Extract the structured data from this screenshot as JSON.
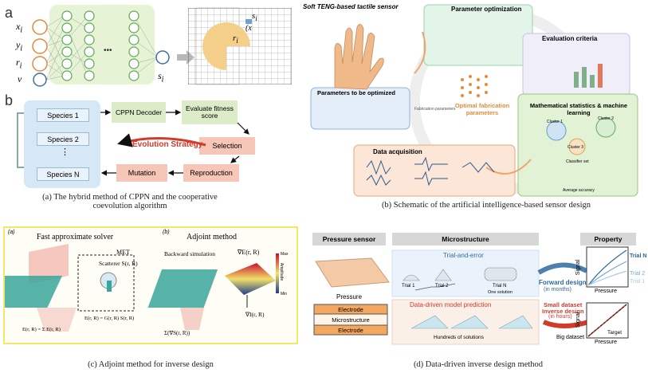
{
  "panel_a": {
    "letter": "a",
    "inputs": [
      "x",
      "y",
      "r",
      "v"
    ],
    "input_subscripts": [
      "i",
      "i",
      "i",
      ""
    ],
    "output": "s",
    "output_sub": "i",
    "ellipsis": "•••",
    "grid_s": "s",
    "grid_s_sub": "i",
    "grid_coord": "(x",
    "grid_r": "r",
    "grid_r_sub": "i"
  },
  "panel_b": {
    "letter": "b",
    "species": [
      "Species 1",
      "Species 2",
      "Species N"
    ],
    "dots": "⋮",
    "cppn": "CPPN Decoder",
    "evaluate": "Evaluate fitness score",
    "selection": "Selection",
    "evolution": "Evolution Strategy",
    "mutation": "Mutation",
    "reproduction": "Reproduction"
  },
  "captions": {
    "a": "(a) The hybrid method of CPPN and the cooperative coevolution algorithm",
    "b": "(b) Schematic of the artificial intelligence-based sensor design",
    "c": "(c) Adjoint method for inverse design",
    "d": "(d) Data-driven inverse design method"
  },
  "panel_bsensor": {
    "title": "Soft TENG-based tactile sensor",
    "param_opt": "Parameter optimization",
    "eval": "Evaluation criteria",
    "params": "Parameters to be optimized",
    "optimal": "Optimal fabrication parameters",
    "fab": "Fabrication parameters",
    "ml": "Mathematical statistics & machine learning",
    "data_acq": "Data acquisition",
    "clusters": [
      "Cluster 1",
      "Cluster 2",
      "Cluster 3"
    ],
    "classifier_set": "Classifier set",
    "avg_acc": "Average accuracy"
  },
  "panel_c": {
    "a_label": "(a)",
    "b_label": "(b)",
    "fast": "Fast approximate solver",
    "met": "MET",
    "scatterer": "Scatterer S(r, R)",
    "eq1": "E(r, R) = Σ E(r, R)",
    "eq2": "E(r, R) = G(r, R) S(r, R)",
    "adjoint": "Adjoint method",
    "backward": "Backward simulation",
    "grad_e": "∇E(r, R)",
    "grad_i": "∇I(r, R)",
    "sum_eq": "Σ(∇S(r, R))",
    "max": "Max",
    "min": "Min",
    "amp": "Amplitude"
  },
  "panel_d": {
    "pressure_sensor": "Pressure sensor",
    "pressure": "Pressure",
    "layers": [
      "Electrode",
      "Microstructure",
      "Electrode"
    ],
    "micro": "Microstructure",
    "trial_error": "Trial-and-error",
    "trials": [
      "Trial 1",
      "Trial 2",
      "Trial N"
    ],
    "one_solution": "One solution",
    "ddmp": "Data-driven model prediction",
    "hundreds": "Hundreds of solutions",
    "forward": "Forward design",
    "forward_sub": "(in months)",
    "small_ds": "Small dataset",
    "inverse": "Inverse design",
    "inverse_sub": "(in hours)",
    "big_ds": "Big dataset",
    "property": "Property",
    "signal": "Signal",
    "trial_labels": [
      "Trial N",
      "Trial 2",
      "Trial 1"
    ],
    "target": "Target"
  },
  "colors": {
    "green_panel": "#d9efc6",
    "blue_panel": "#d6e8f6",
    "salmon": "#f6c7b8",
    "teal": "#2b8a8a",
    "red": "#d23a2a",
    "navy": "#2d5b8a"
  }
}
